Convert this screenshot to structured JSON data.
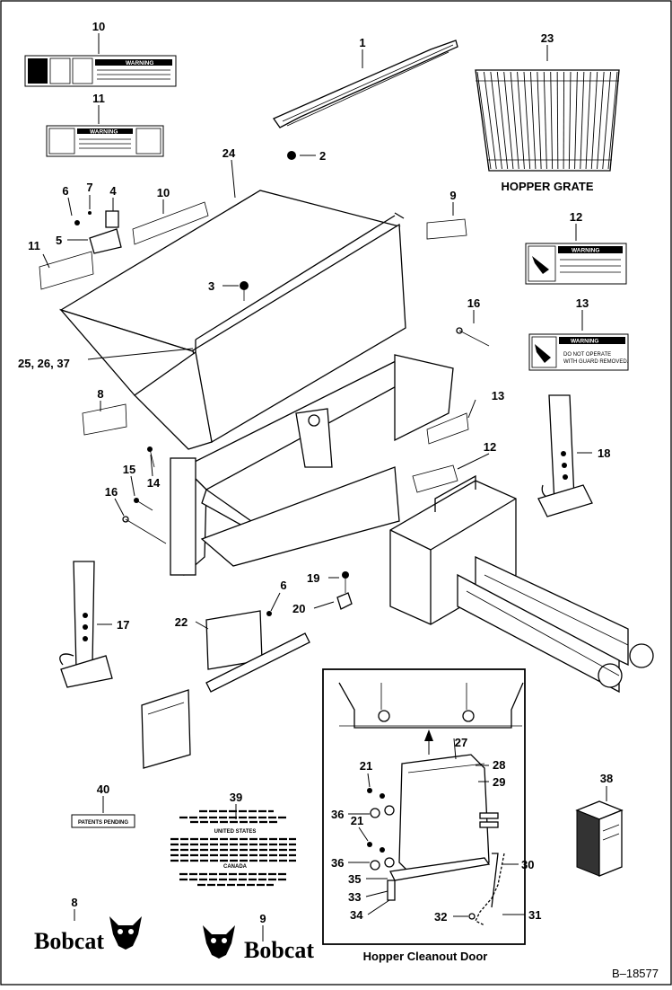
{
  "callouts": [
    {
      "id": "c1",
      "label": "1"
    },
    {
      "id": "c2",
      "label": "2"
    },
    {
      "id": "c3",
      "label": "3"
    },
    {
      "id": "c4",
      "label": "4"
    },
    {
      "id": "c5",
      "label": "5"
    },
    {
      "id": "c6a",
      "label": "6"
    },
    {
      "id": "c6b",
      "label": "6"
    },
    {
      "id": "c7",
      "label": "7"
    },
    {
      "id": "c8a",
      "label": "8"
    },
    {
      "id": "c8b",
      "label": "8"
    },
    {
      "id": "c9a",
      "label": "9"
    },
    {
      "id": "c9b",
      "label": "9"
    },
    {
      "id": "c10a",
      "label": "10"
    },
    {
      "id": "c10b",
      "label": "10"
    },
    {
      "id": "c11a",
      "label": "11"
    },
    {
      "id": "c11b",
      "label": "11"
    },
    {
      "id": "c12a",
      "label": "12"
    },
    {
      "id": "c12b",
      "label": "12"
    },
    {
      "id": "c13a",
      "label": "13"
    },
    {
      "id": "c13b",
      "label": "13"
    },
    {
      "id": "c14",
      "label": "14"
    },
    {
      "id": "c15",
      "label": "15"
    },
    {
      "id": "c16a",
      "label": "16"
    },
    {
      "id": "c16b",
      "label": "16"
    },
    {
      "id": "c17",
      "label": "17"
    },
    {
      "id": "c18",
      "label": "18"
    },
    {
      "id": "c19",
      "label": "19"
    },
    {
      "id": "c20",
      "label": "20"
    },
    {
      "id": "c21a",
      "label": "21"
    },
    {
      "id": "c21b",
      "label": "21"
    },
    {
      "id": "c22",
      "label": "22"
    },
    {
      "id": "c23",
      "label": "23"
    },
    {
      "id": "c24",
      "label": "24"
    },
    {
      "id": "c25",
      "label": "25, 26, 37"
    },
    {
      "id": "c27",
      "label": "27"
    },
    {
      "id": "c28",
      "label": "28"
    },
    {
      "id": "c29",
      "label": "29"
    },
    {
      "id": "c30",
      "label": "30"
    },
    {
      "id": "c31",
      "label": "31"
    },
    {
      "id": "c32",
      "label": "32"
    },
    {
      "id": "c33",
      "label": "33"
    },
    {
      "id": "c34",
      "label": "34"
    },
    {
      "id": "c35",
      "label": "35"
    },
    {
      "id": "c36a",
      "label": "36"
    },
    {
      "id": "c36b",
      "label": "36"
    },
    {
      "id": "c38",
      "label": "38"
    },
    {
      "id": "c39",
      "label": "39"
    },
    {
      "id": "c40",
      "label": "40"
    }
  ],
  "captions": {
    "hopper_grate": "HOPPER GRATE",
    "cleanout_door": "Hopper Cleanout Door",
    "drawing_number": "B–18577"
  },
  "decals": {
    "warning": "WARNING",
    "do_not_operate_line1": "DO NOT OPERATE",
    "do_not_operate_line2": "WITH GUARD REMOVED.",
    "patents_pending": "PATENTS PENDING",
    "united_states": "UNITED STATES",
    "canada": "CANADA",
    "brand": "Bobcat"
  }
}
